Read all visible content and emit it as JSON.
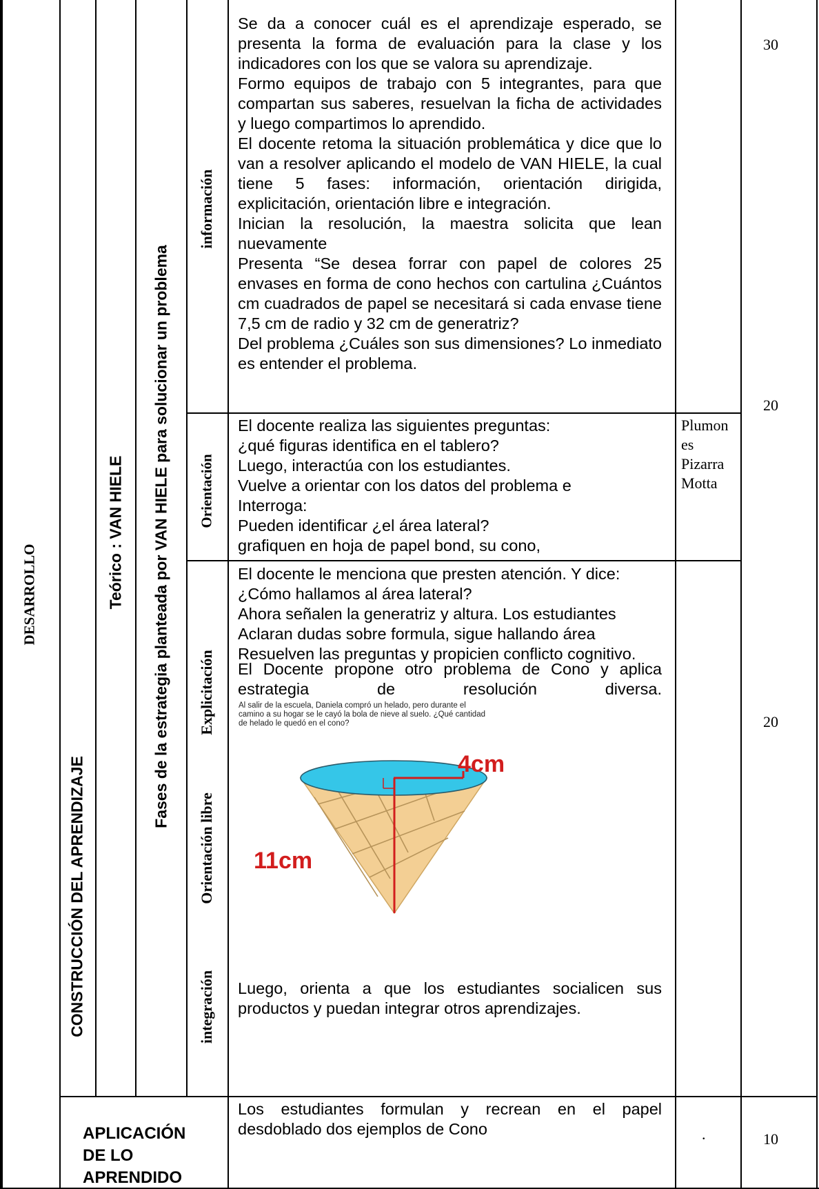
{
  "labels": {
    "stage": "DESARROLLO",
    "construccion": "CONSTRUCCIÓN DEL APRENDIZAJE",
    "teorico": "Teórico  : VAN HIELE",
    "fases": "Fases de la estrategia planteada por VAN HIELE  para solucionar un problema",
    "phase_informacion": "información",
    "phase_orientacion_dirigida": "Orientación",
    "phase_explicitacion": "Explicitación",
    "phase_orientacion_libre": "Orientación libre",
    "phase_integracion": "integración"
  },
  "informacion": {
    "lines": [
      "Se da a conocer cuál es el aprendizaje esperado, se presenta la forma de evaluación para la clase y los indicadores con los que se valora su aprendizaje.",
      "Formo equipos de trabajo con 5 integrantes, para que compartan sus saberes, resuelvan la ficha de actividades y luego compartimos lo aprendido.",
      "El docente retoma la situación problemática y dice que lo van a resolver aplicando el modelo de VAN HIELE, la cual tiene 5 fases: información, orientación dirigida, explicitación, orientación libre e integración.",
      "Inician la resolución, la maestra solicita que lean nuevamente",
      "Presenta “Se desea forrar con papel de colores 25 envases en forma de cono hechos con cartulina ¿Cuántos cm cuadrados de papel se necesitará si cada envase tiene 7,5 cm de radio y 32 cm de generatriz?",
      "Del problema ¿Cuáles son sus dimensiones? Lo inmediato es entender el problema."
    ],
    "time_top": "30",
    "time_bottom": "20"
  },
  "orientacion_dirigida": {
    "lines": [
      "El docente realiza las siguientes preguntas:",
      " ¿qué figuras identifica en el tablero?",
      "Luego, interactúa con los estudiantes.",
      "Vuelve a orientar con los datos del problema e",
      "Interroga:",
      "Pueden identificar ¿el área lateral?",
      "grafiquen en hoja de papel bond, su cono,"
    ],
    "materials": [
      "Plumon",
      "es",
      "Pizarra",
      "Motta"
    ]
  },
  "explicitacion": {
    "lines": [
      "El docente le menciona que presten atención. Y dice:",
      "¿Cómo hallamos al área lateral?",
      "Ahora señalen la generatriz y altura. Los estudiantes",
      "Aclaran dudas sobre formula, sigue hallando área",
      "Resuelven las preguntas y propicien conflicto cognitivo."
    ],
    "problem_intro": "El Docente propone otro problema de Cono y aplica estrategia de resolución diversa.",
    "figure": {
      "problem_text": "Al salir de la escuela, Daniela compró un helado, pero durante el camino a su hogar se le cayó la bola de nieve al suelo. ¿Qué cantidad de helado le quedó en el cono?",
      "radius_label": "4cm",
      "height_label": "11cm",
      "colors": {
        "top": "#35c6e8",
        "cone": "#f3cf94",
        "measure": "#d21d1d"
      }
    },
    "integration_text": "Luego, orienta a que los estudiantes socialicen sus productos y puedan integrar otros aprendizajes.",
    "time": "20"
  },
  "aplicacion": {
    "title_lines": [
      "APLICACIÓN",
      "DE LO",
      "APRENDIDO"
    ],
    "text": " Los estudiantes formulan y recrean en el papel desdoblado dos ejemplos de Cono",
    "material": ".",
    "time": "10"
  }
}
